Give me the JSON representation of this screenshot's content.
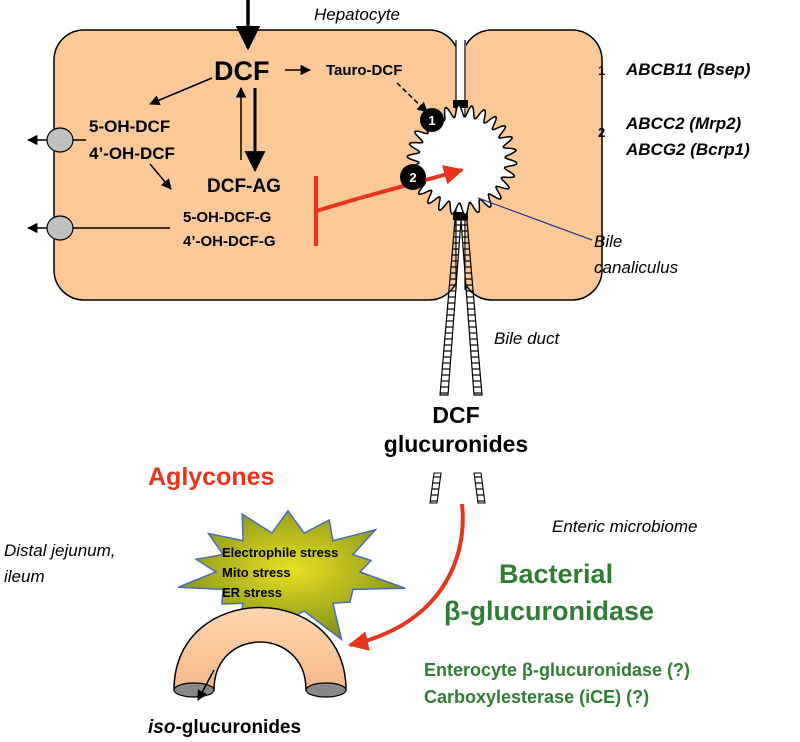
{
  "cell": {
    "label": "Hepatocyte",
    "dcf": "DCF",
    "tauro_dcf": "Tauro-DCF",
    "oh_metabolite_1": "5-OH-DCF",
    "oh_metabolite_2": "4’-OH-DCF",
    "acyl_glucuronide": "DCF-AG",
    "oh_glucuronide_1": "5-OH-DCF-G",
    "oh_glucuronide_2": "4’-OH-DCF-G"
  },
  "transporters": [
    {
      "number": "1",
      "names": [
        "ABCB11 (Bsep)"
      ]
    },
    {
      "number": "2",
      "names": [
        "ABCC2 (Mrp2)",
        "ABCG2 (Bcrp1)"
      ]
    }
  ],
  "bile": {
    "canaliculus_line1": "Bile",
    "canaliculus_line2": "canaliculus",
    "duct": "Bile duct"
  },
  "gut": {
    "dcf_glucuronides_line1": "DCF",
    "dcf_glucuronides_line2": "glucuronides",
    "aglycones": "Aglycones",
    "stress": [
      "Electrophile stress",
      "Mito stress",
      "ER stress"
    ],
    "region_line1": "Distal jejunum,",
    "region_line2": "ileum",
    "microbiome": "Enteric microbiome",
    "bacterial_line1": "Bacterial",
    "bacterial_line2": "β-glucuronidase",
    "enterocyte_enzyme_1": "Enterocyte β-glucuronidase (?)",
    "enterocyte_enzyme_2": "Carboxylesterase (iCE) (?)",
    "iso_prefix": "iso",
    "iso_suffix": "-glucuronides"
  },
  "colors": {
    "cell_fill": "#fbc898",
    "inhibit_red": "#e8341c",
    "text_green": "#2e7d32",
    "transporter_grey": "#c0c0c0"
  }
}
